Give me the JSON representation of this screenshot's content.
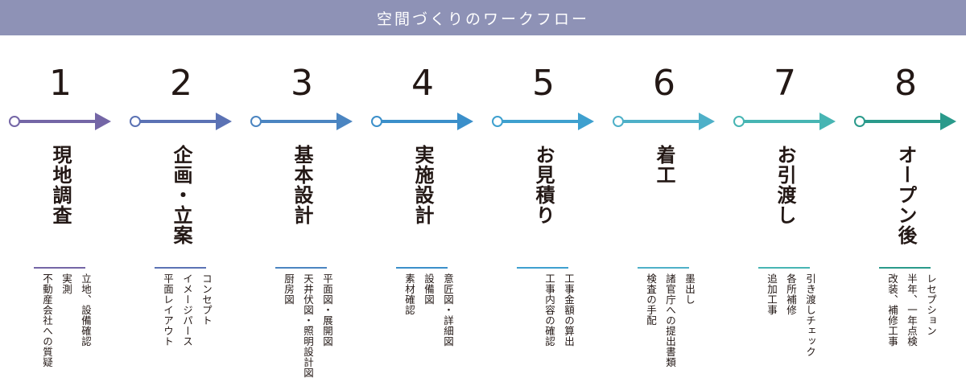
{
  "header": {
    "title": "空間づくりのワークフロー"
  },
  "colors": {
    "header_bg": "#8e92b6",
    "step_colors": [
      "#7466a6",
      "#5b72b4",
      "#4b85c1",
      "#3b8fca",
      "#3ea0cf",
      "#4eb0c8",
      "#47b5b3",
      "#2a9a8b"
    ]
  },
  "steps": [
    {
      "number": "1",
      "title": "現地調査",
      "details": [
        "立地、設備確認",
        "実測",
        "不動産会社への質疑"
      ]
    },
    {
      "number": "2",
      "title": "企画・立案",
      "details": [
        "コンセプト",
        "イメージパース",
        "平面レイアウト"
      ]
    },
    {
      "number": "3",
      "title": "基本設計",
      "details": [
        "平面図・展開図",
        "天井伏図・照明設計図",
        "厨房図"
      ]
    },
    {
      "number": "4",
      "title": "実施設計",
      "details": [
        "意匠図・詳細図",
        "設備図",
        "素材確認"
      ]
    },
    {
      "number": "5",
      "title": "お見積り",
      "details": [
        "工事金額の算出",
        "工事内容の確認"
      ]
    },
    {
      "number": "6",
      "title": "着工",
      "details": [
        "墨出し",
        "諸官庁への提出書類",
        "検査の手配"
      ]
    },
    {
      "number": "7",
      "title": "お引渡し",
      "details": [
        "引き渡しチェック",
        "各所補修",
        "追加工事"
      ]
    },
    {
      "number": "8",
      "title": "オープン後",
      "details": [
        "レセプション",
        "半年、一年点検",
        "改装、補修工事"
      ]
    }
  ]
}
